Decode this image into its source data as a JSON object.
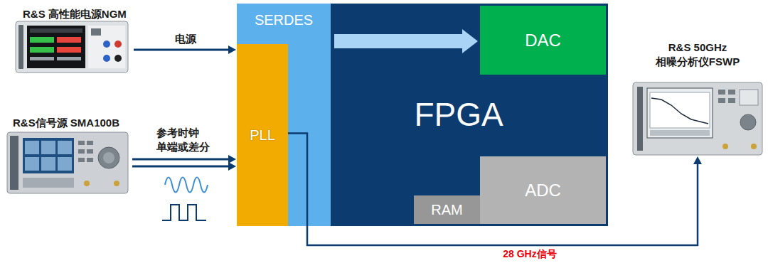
{
  "diagram": {
    "nodes": [
      {
        "text": [
          "R&S 高性能电源NGM"
        ]
      },
      {
        "text": [
          "R&S信号源 SMA100B"
        ]
      },
      {
        "text": [
          "SERDES"
        ]
      },
      {
        "text": [
          "PLL"
        ],
        "in": 2
      },
      {
        "text": [
          "FPGA"
        ]
      },
      {
        "text": [
          "DAC"
        ],
        "in": 4
      },
      {
        "text": [
          "ADC"
        ],
        "in": 4
      },
      {
        "text": [
          "RAM"
        ],
        "in": 4
      },
      {
        "text": [
          "R&S 50GHz 相噪分析仪FSWP"
        ]
      }
    ],
    "edges": [
      {
        "from": 0,
        "to": 3,
        "label": "电源",
        "arrow": "to"
      },
      {
        "from": 1,
        "to": 3,
        "label": "参考时钟 单端或差分",
        "arrow": "to"
      },
      {
        "from": 2,
        "to": 5,
        "arrow": "to"
      },
      {
        "from": 3,
        "to": 8,
        "label": "28 GHz信号",
        "arrow": "to"
      }
    ]
  }
}
